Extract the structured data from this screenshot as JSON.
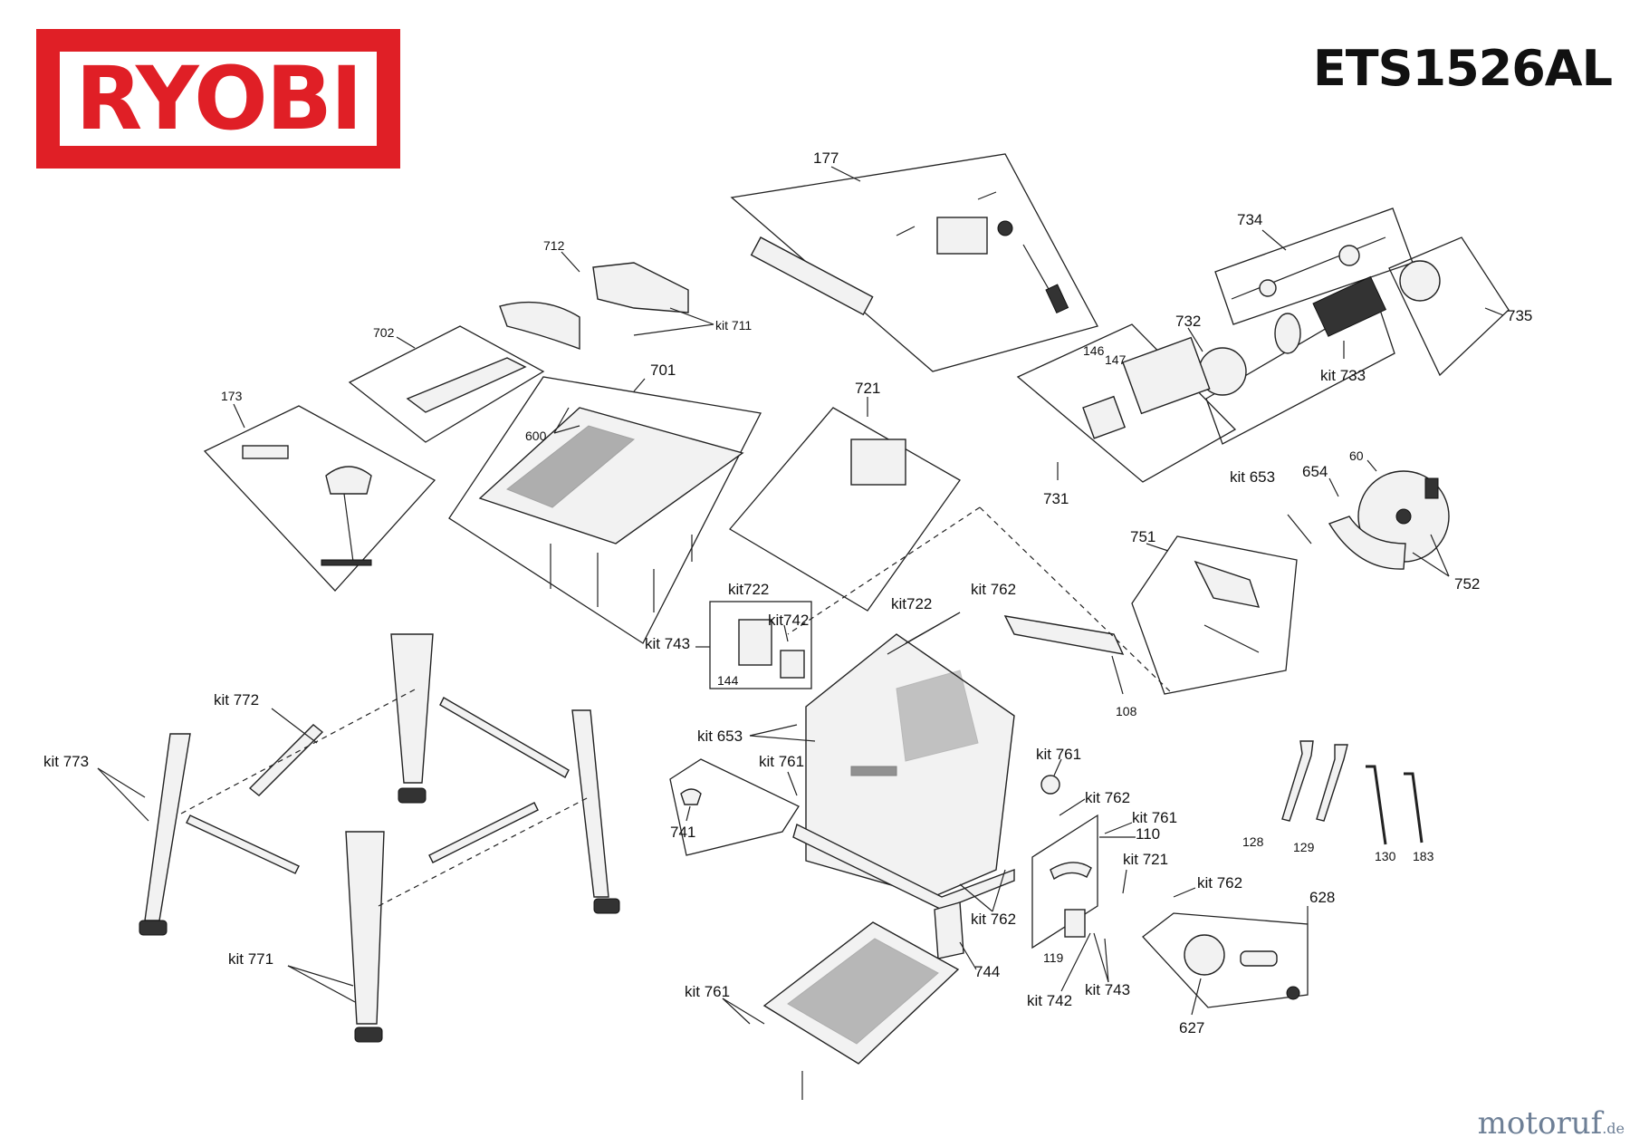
{
  "header": {
    "brand": "RYOBI",
    "model": "ETS1526AL",
    "brand_color": "#e01f26"
  },
  "watermark": {
    "name": "motoruf",
    "tld": ".de"
  },
  "labels": {
    "l177": "177",
    "l712": "712",
    "kit711": "kit 711",
    "l702": "702",
    "l701": "701",
    "l173": "173",
    "l600": "600",
    "l721": "721",
    "l734": "734",
    "l732": "732",
    "l735": "735",
    "kit733": "kit 733",
    "l146": "146",
    "l147": "147",
    "l731": "731",
    "kit653_top": "kit 653",
    "l654": "654",
    "l60": "60",
    "l751": "751",
    "l752": "752",
    "kit722_a": "kit722",
    "kit722_b": "kit722",
    "kit762_a": "kit 762",
    "kit742_a": "kit742",
    "kit743_a": "kit 743",
    "l144": "144",
    "l108": "108",
    "kit772": "kit 772",
    "kit773": "kit 773",
    "kit653_b": "kit 653",
    "kit761_a": "kit 761",
    "l741": "741",
    "kit761_b": "kit 761",
    "kit762_b": "kit 762",
    "kit761_c": "kit 761",
    "l110": "110",
    "kit721": "kit 721",
    "kit762_c": "kit 762",
    "kit762_d": "kit 762",
    "l128": "128",
    "l129": "129",
    "l130": "130",
    "l183": "183",
    "l628": "628",
    "l119": "119",
    "l744": "744",
    "kit742_b": "kit 742",
    "kit743_b": "kit 743",
    "l627": "627",
    "kit771": "kit 771",
    "kit761_d": "kit 761"
  }
}
